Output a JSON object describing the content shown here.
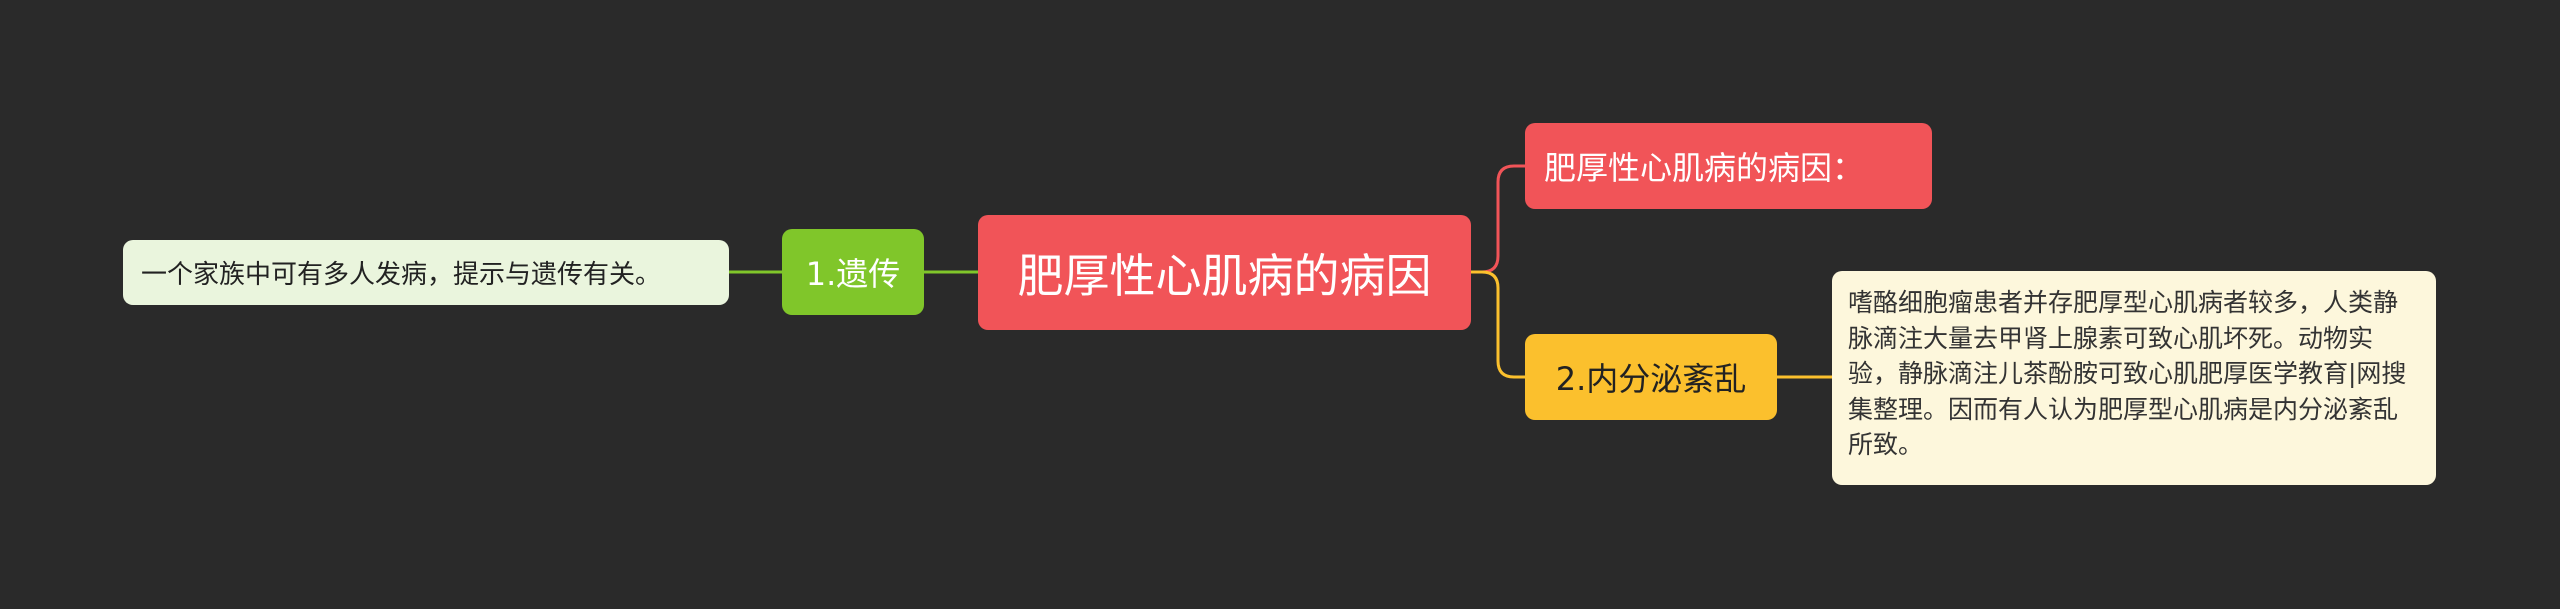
{
  "mindmap": {
    "root": "肥厚性心肌病的病因",
    "left_branch": "1.遗传",
    "left_leaf": "一个家族中可有多人发病，提示与遗传有关。",
    "top_branch": "肥厚性心肌病的病因：",
    "bottom_branch": "2.内分泌紊乱",
    "bottom_leaf": "嗜酪细胞瘤患者并存肥厚型心肌病者较多，人类静脉滴注大量去甲肾上腺素可致心肌坏死。动物实验，静脉滴注儿茶酚胺可致心肌肥厚医学教育|网搜集整理。因而有人认为肥厚型心肌病是内分泌紊乱所致。"
  },
  "colors": {
    "background": "#2a2a2a",
    "root": "#f15458",
    "left_branch": "#80c62a",
    "left_leaf": "#eaf5dd",
    "top_branch": "#f15458",
    "bottom_branch": "#fbc02d",
    "bottom_leaf": "#fdf7dc",
    "link_green": "#80c62a",
    "link_red": "#f15458",
    "link_yellow": "#fbc02d"
  }
}
